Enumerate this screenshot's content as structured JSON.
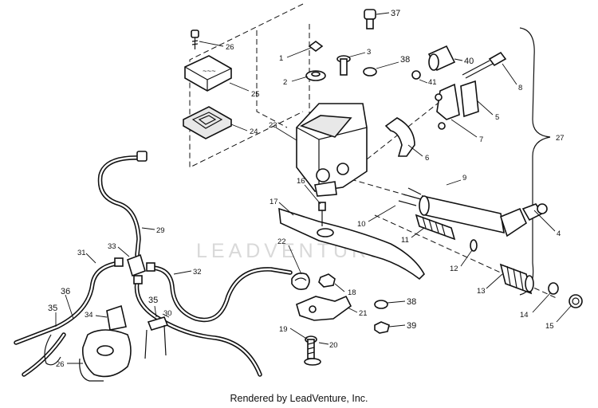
{
  "watermark": "LEADVENTURE",
  "credit": "Rendered by LeadVenture, Inc.",
  "callouts": [
    "1",
    "2",
    "3",
    "4",
    "5",
    "6",
    "7",
    "8",
    "9",
    "10",
    "11",
    "12",
    "13",
    "14",
    "15",
    "16",
    "17",
    "18",
    "19",
    "20",
    "21",
    "22",
    "23",
    "24",
    "25",
    "26",
    "26",
    "27",
    "29",
    "30",
    "31",
    "32",
    "33",
    "34",
    "35",
    "35",
    "36",
    "37",
    "38",
    "38",
    "39",
    "40",
    "41"
  ]
}
